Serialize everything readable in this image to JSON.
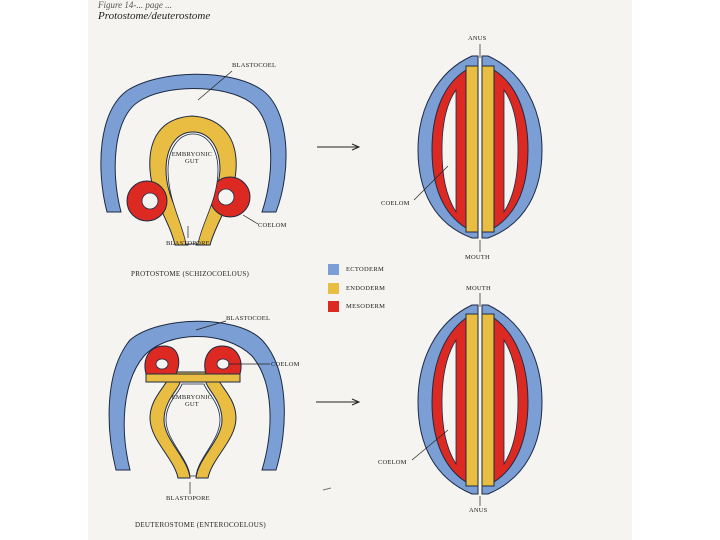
{
  "header": {
    "top_line": "Figure 14-... page ...",
    "title": "Protostome/deuterostome"
  },
  "colors": {
    "ectoderm": "#7b9fd4",
    "endoderm": "#e9bd42",
    "mesoderm": "#dc2a22",
    "cell_line": "#1d2a44"
  },
  "legend": [
    {
      "key": "ectoderm",
      "label": "ECTODERM"
    },
    {
      "key": "endoderm",
      "label": "ENDODERM"
    },
    {
      "key": "mesoderm",
      "label": "MESODERM"
    }
  ],
  "protostome": {
    "labels": {
      "blastocoel": "BLASTOCOEL",
      "gut_line1": "EMBRYONIC",
      "gut_line2": "GUT",
      "coelom": "COELOM",
      "blastopore": "BLASTOPORE"
    },
    "caption": "PROTOSTOME (SCHIZOCOELOUS)"
  },
  "deuterostome": {
    "labels": {
      "blastocoel": "BLASTOCOEL",
      "coelom": "COELOM",
      "gut_line1": "EMBRYONIC",
      "gut_line2": "GUT",
      "blastopore": "BLASTOPORE"
    },
    "caption": "DEUTEROSTOME (ENTEROCOELOUS)"
  },
  "protostome_adult": {
    "top": "ANUS",
    "coelom": "COELOM",
    "bottom": "MOUTH"
  },
  "deuterostome_adult": {
    "top": "MOUTH",
    "coelom": "COELOM",
    "bottom": "ANUS"
  }
}
